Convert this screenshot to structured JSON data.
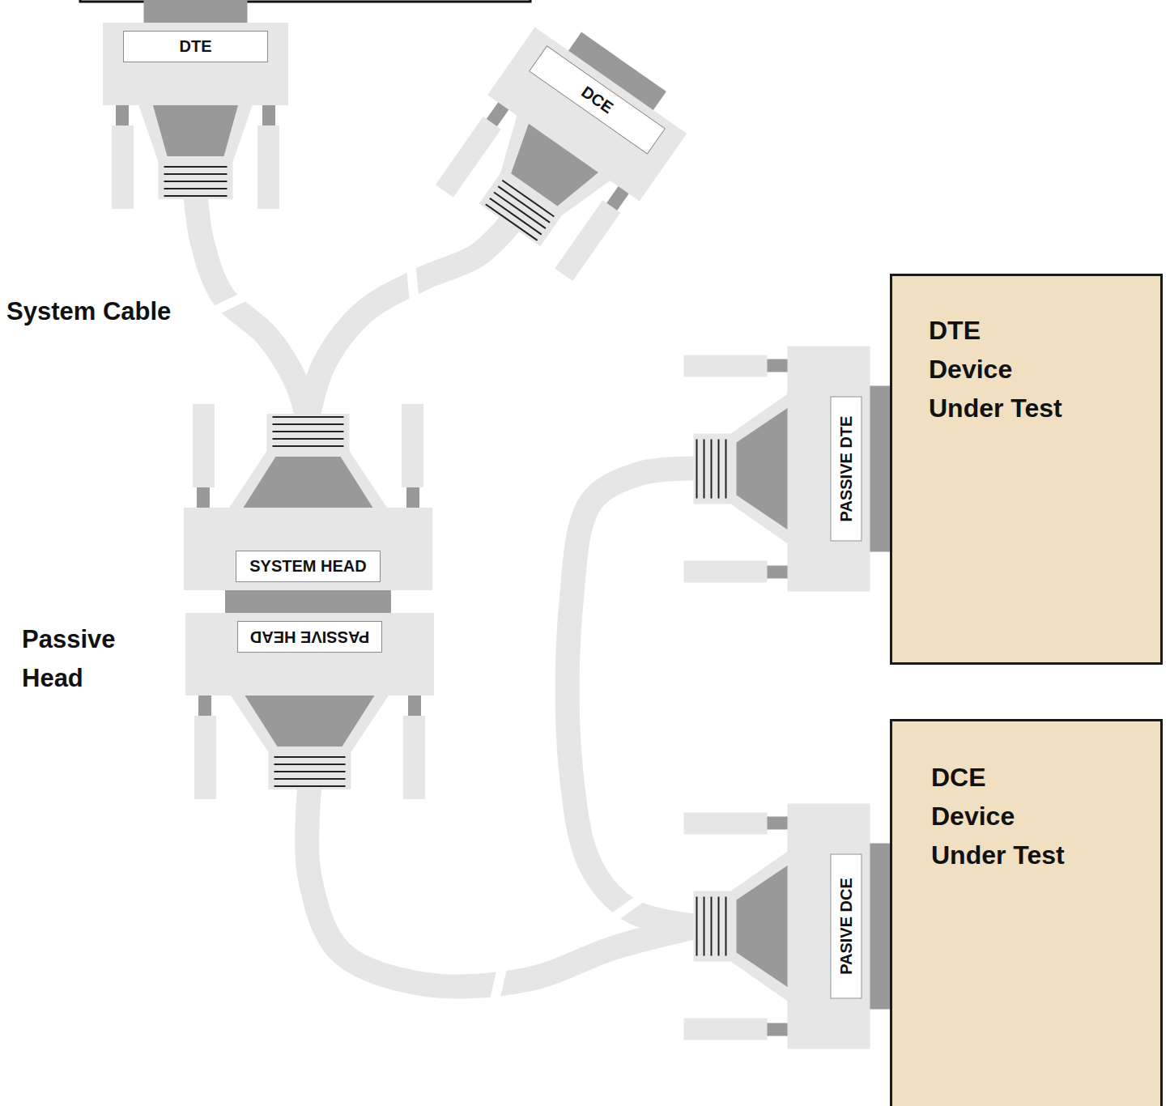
{
  "diagram": {
    "nodes": [
      {
        "text": [
          "DTE"
        ]
      },
      {
        "text": [
          "DCE"
        ]
      },
      {
        "text": [
          "SYSTEM HEAD"
        ]
      },
      {
        "text": [
          "PASSIVE HEAD"
        ]
      },
      {
        "text": [
          "PASSIVE DTE"
        ]
      },
      {
        "text": [
          "DTE Device Under Test"
        ]
      },
      {
        "text": [
          "PASIVE DCE"
        ]
      },
      {
        "text": [
          "DCE Device Under Test"
        ]
      }
    ],
    "edges": [
      {
        "from": 0,
        "to": 2,
        "arrow": "none"
      },
      {
        "from": 1,
        "to": 2,
        "arrow": "none"
      },
      {
        "from": 3,
        "to": 6,
        "arrow": "none"
      },
      {
        "from": 6,
        "to": 4,
        "arrow": "none"
      }
    ],
    "labels": [
      "System Cable",
      "Passive Head"
    ]
  }
}
